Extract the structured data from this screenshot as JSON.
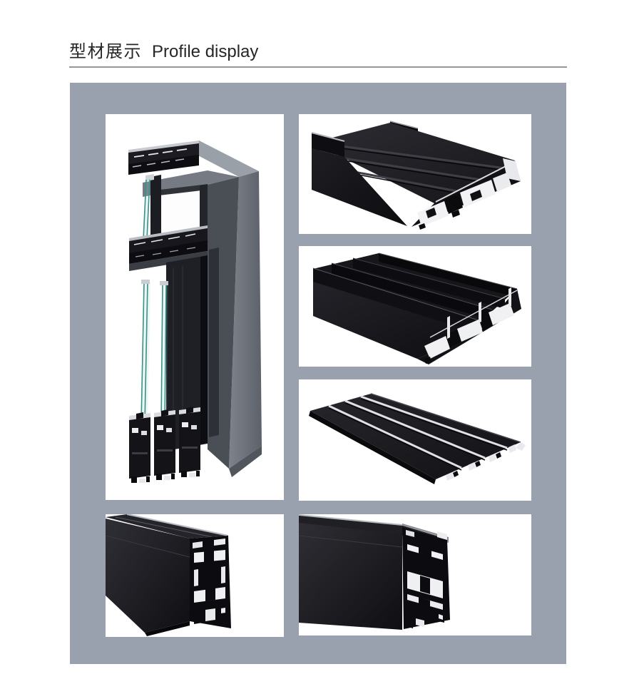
{
  "header": {
    "title_zh": "型材展示",
    "title_en": "Profile display"
  },
  "gallery": {
    "items": [
      {
        "name": "corner-assembly",
        "alt": "assembled window frame corner section with triple glazing"
      },
      {
        "name": "bottom-track-profile",
        "alt": "black sliding-door bottom track extrusion with cut cross-section"
      },
      {
        "name": "tall-rail-track-profile",
        "alt": "black track extrusion with tall rails and cut cross-section"
      },
      {
        "name": "sill-plate-profile",
        "alt": "flat black sill plate extrusion with three silver inlay strips"
      },
      {
        "name": "mullion-box-profile",
        "alt": "black mullion box extrusion with cut cross-section"
      },
      {
        "name": "frame-box-profile",
        "alt": "black frame box extrusion with cut cross-section"
      }
    ]
  },
  "colors": {
    "page_bg": "#FFFFFF",
    "panel_bg": "#99A1AF",
    "card_bg": "#FFFFFF",
    "title_text": "#262626",
    "divider": "#95979C",
    "profile_black": "#17171B",
    "cut_face_white": "#F2F2F4",
    "frame_gray": "#6E737B",
    "glass_teal": "#3A9187"
  }
}
